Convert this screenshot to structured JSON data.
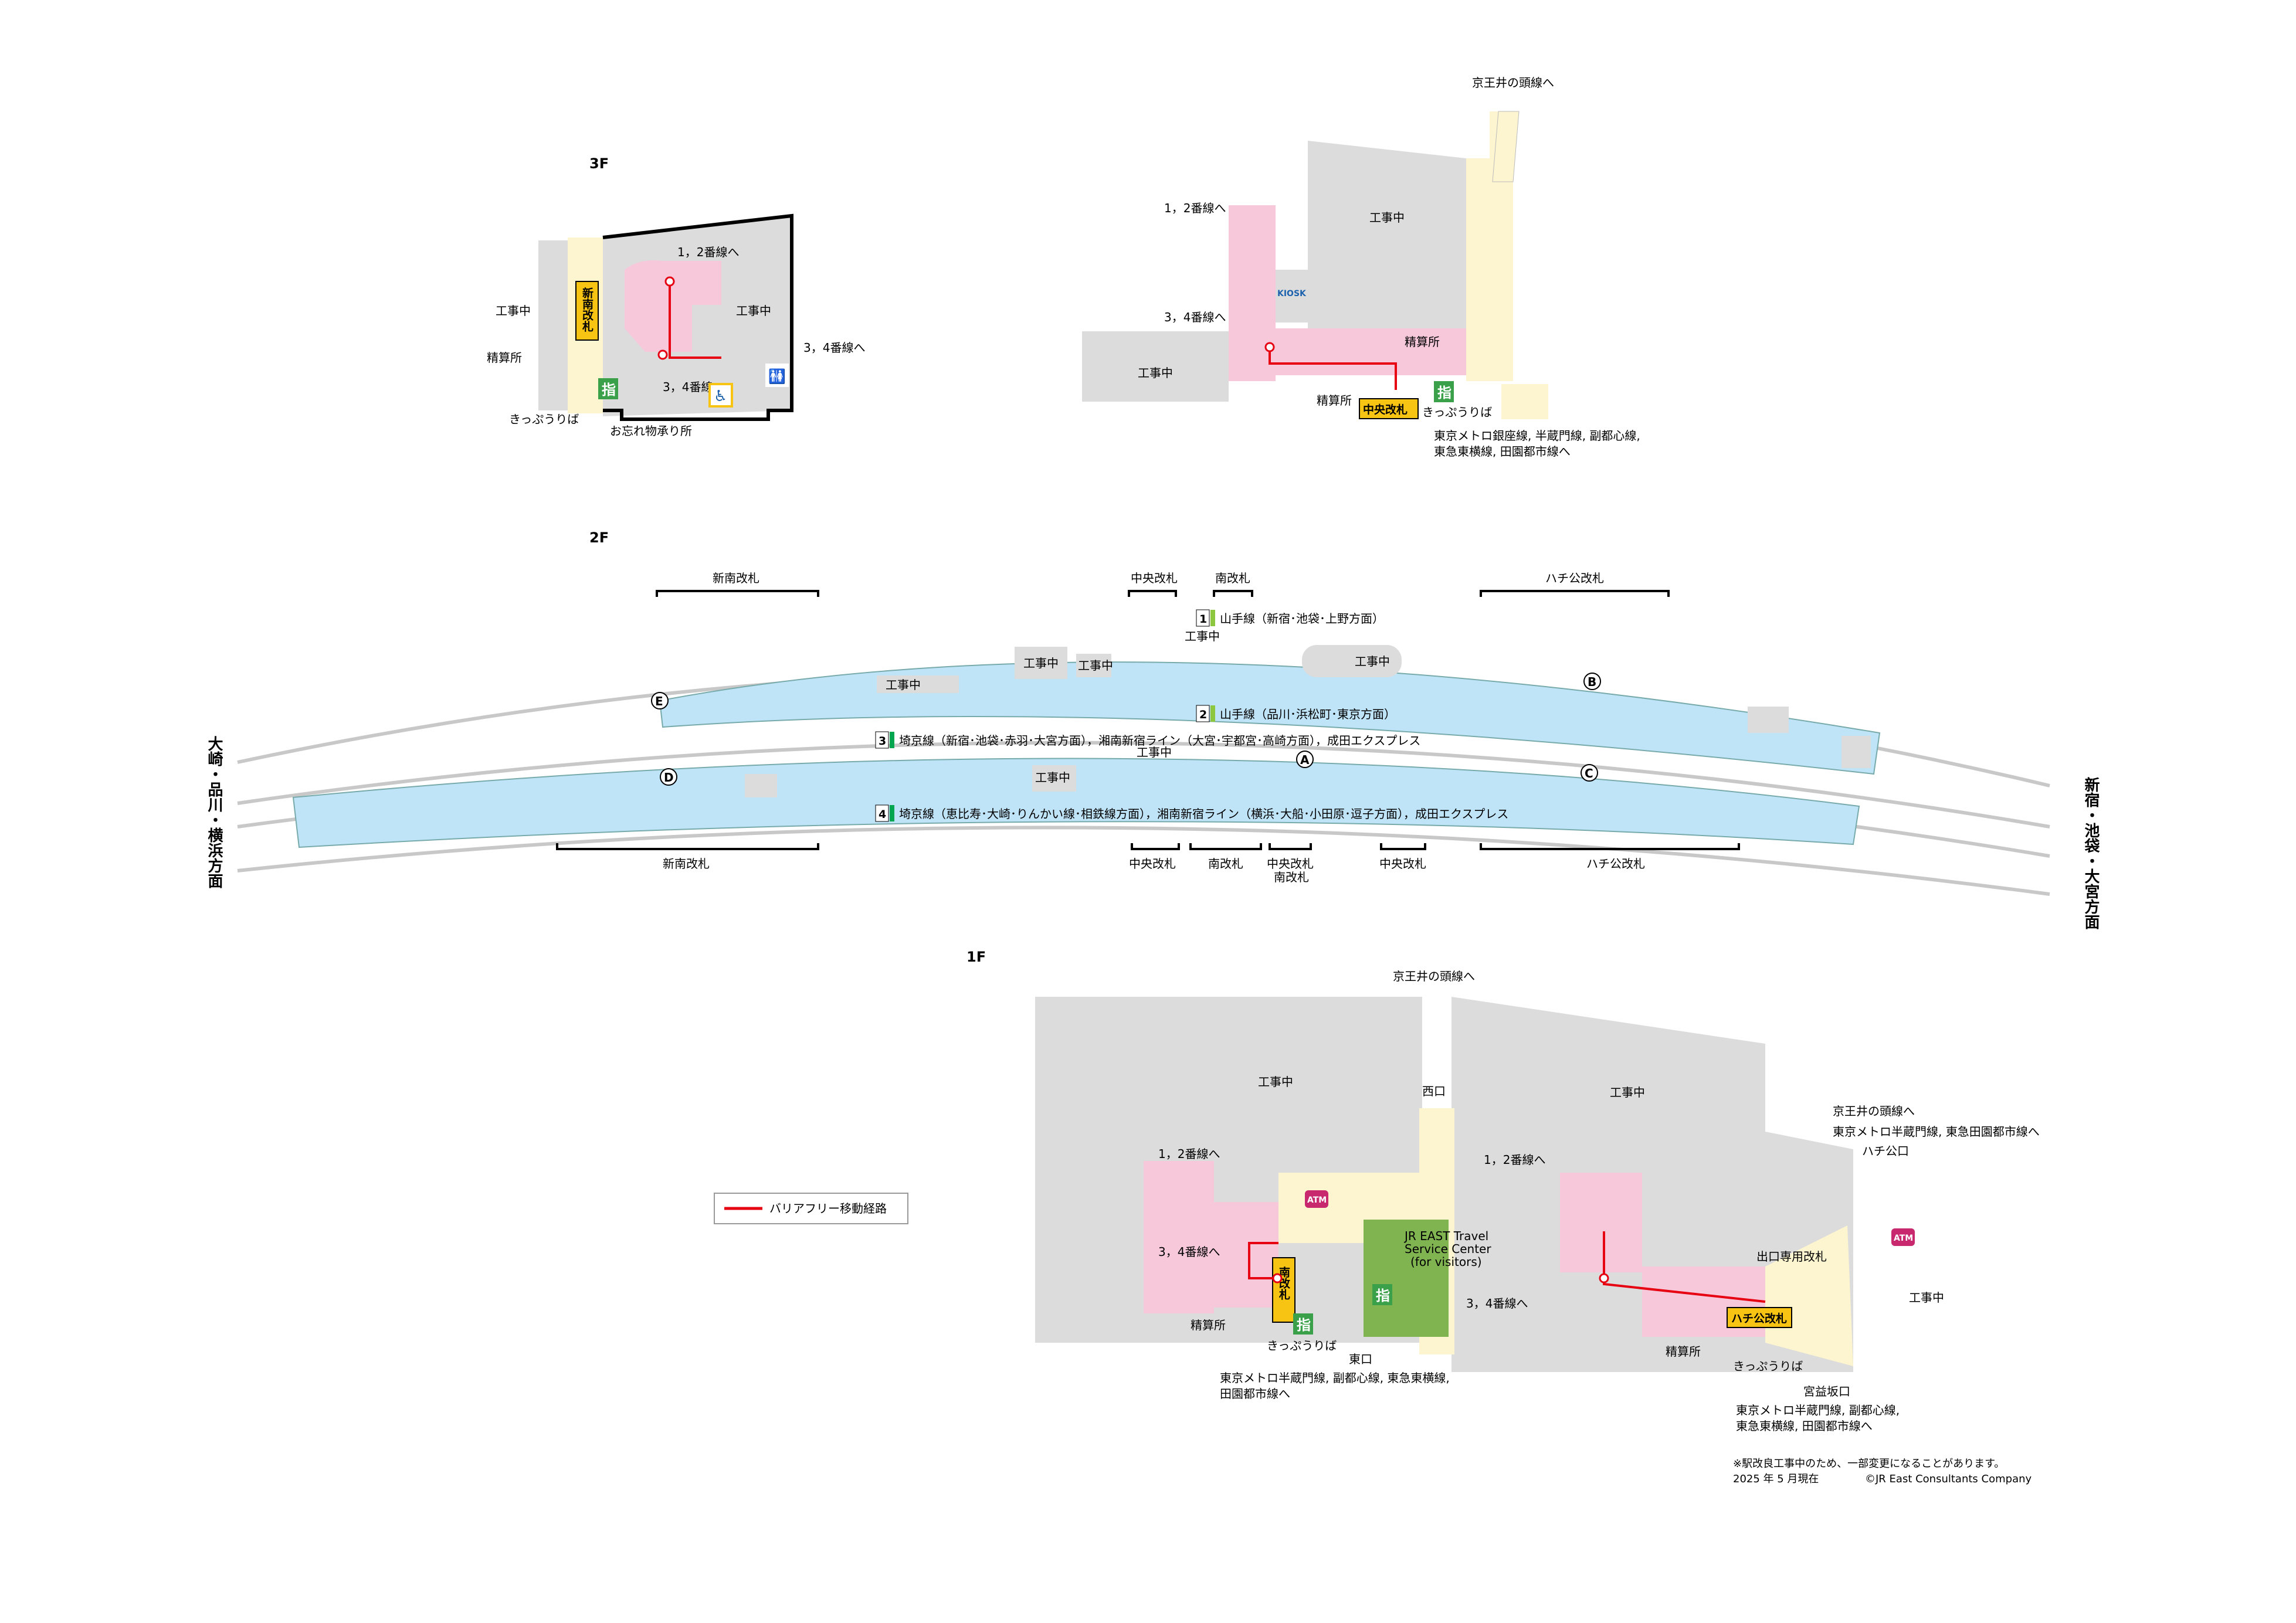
{
  "floors": {
    "f3": "3F",
    "f2": "2F",
    "f1": "1F"
  },
  "labels": {
    "construction": "工事中",
    "platform12": "1，2番線へ",
    "platform34": "3，4番線へ",
    "fare_adjust": "精算所",
    "ticket_office": "きっぷうりば",
    "lost_found": "お忘れ物承り所",
    "inokashira": "京王井の頭線へ",
    "metro_3f": "東京メトロ銀座線, 半蔵門線, 副都心線,",
    "metro_3f_2": "東急東横線, 田園都市線へ",
    "new_south_gate": "新南改札",
    "central_gate": "中央改札",
    "south_gate": "南改札",
    "central_south_gate_1": "中央改札",
    "central_south_gate_2": "南改札",
    "hachiko_gate": "ハチ公改札",
    "kiosk": "KIOSK",
    "shitei": "指",
    "atm": "ATM",
    "west_exit": "西口",
    "east_exit": "東口",
    "hachiko_exit": "ハチ公口",
    "miyamasuzaka_exit": "宮益坂口",
    "exit_only_gate": "出口専用改札",
    "travel_center_1": "JR EAST Travel",
    "travel_center_2": "Service Center",
    "travel_center_3": "(for visitors)",
    "metro_1f_a": "東京メトロ半蔵門線, 副都心線, 東急東横線,",
    "metro_1f_b": "田園都市線へ",
    "inokashira_right": "京王井の頭線へ",
    "metro_right_a": "東京メトロ半蔵門線, 東急田園都市線へ",
    "metro_miyamasu_a": "東京メトロ半蔵門線, 副都心線,",
    "metro_miyamasu_b": "東急東横線, 田園都市線へ",
    "legend_barrier_free": "バリアフリー移動経路",
    "direction_left": "大崎・品川・横浜方面",
    "direction_right": "新宿・池袋・大宮方面"
  },
  "tracks": [
    {
      "num": "1",
      "text": "山手線（新宿･池袋･上野方面）",
      "color": "#8dc63f"
    },
    {
      "num": "2",
      "text": "山手線（品川･浜松町･東京方面）",
      "color": "#8dc63f"
    },
    {
      "num": "3",
      "text": "埼京線（新宿･池袋･赤羽･大宮方面），湘南新宿ライン（大宮･宇都宮･高崎方面），成田エクスプレス",
      "color": "#00a550"
    },
    {
      "num": "4",
      "text": "埼京線（恵比寿･大崎･りんかい線･相鉄線方面），湘南新宿ライン（横浜･大船･小田原･逗子方面），成田エクスプレス",
      "color": "#00a550"
    }
  ],
  "elevators": [
    "A",
    "B",
    "C",
    "D",
    "E"
  ],
  "footer": {
    "note": "※駅改良工事中のため、一部変更になることがあります。",
    "date": "2025 年 5 月現在",
    "copyright": "©JR East Consultants Company"
  },
  "colors": {
    "concourse_pink": "#f6c8da",
    "platform_blue": "#bfe3f7",
    "construction_gray": "#dcdcdc",
    "cream": "#fdf5cf",
    "gate_yellow": "#f7c413",
    "route_red": "#e60012",
    "travel_green": "#7fb450",
    "shitei_green": "#3aa14a"
  }
}
